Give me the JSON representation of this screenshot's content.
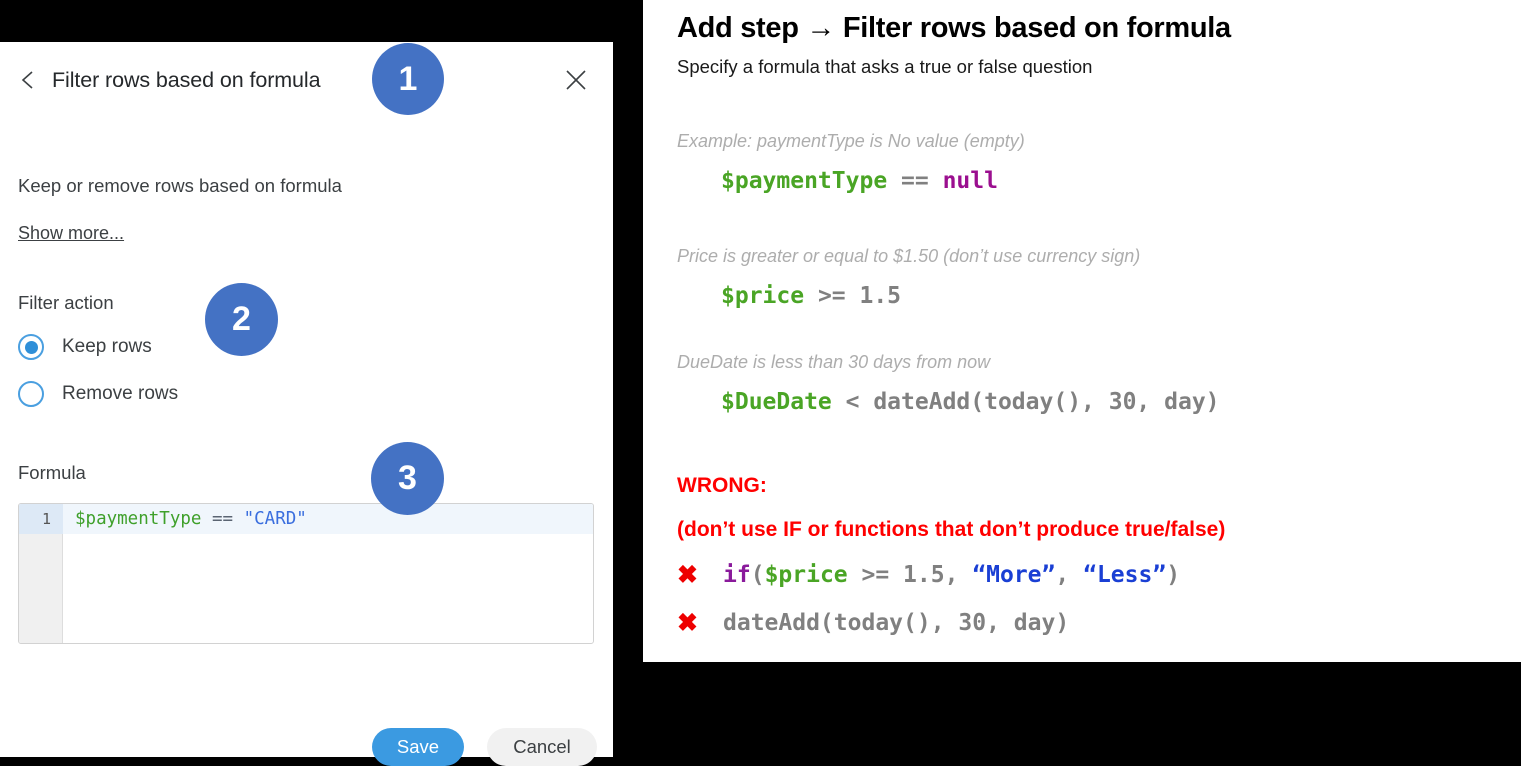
{
  "dialog": {
    "back_icon": "chevron-left-icon",
    "title": "Filter rows based on formula",
    "close_icon": "close-icon",
    "subtitle": "Keep or remove rows based on formula",
    "show_more_label": "Show more...",
    "filter_action_label": "Filter action",
    "radios": [
      {
        "label": "Keep rows",
        "checked": true
      },
      {
        "label": "Remove rows",
        "checked": false
      }
    ],
    "formula_label": "Formula",
    "editor": {
      "line_number": "1",
      "tokens": [
        {
          "text": "$paymentType",
          "type": "variable"
        },
        {
          "text": " == ",
          "type": "operator"
        },
        {
          "text": "\"CARD\"",
          "type": "string"
        }
      ],
      "full_text": "$paymentType == \"CARD\""
    },
    "save_label": "Save",
    "cancel_label": "Cancel"
  },
  "badges": {
    "one": "1",
    "two": "2",
    "three": "3"
  },
  "help": {
    "title": "Add step → Filter rows based on formula",
    "subtitle": "Specify a formula that asks a true or false question",
    "examples": [
      {
        "caption": "Example: paymentType is No value (empty)",
        "code_plain": "$paymentType == null",
        "tokens": [
          {
            "text": "$paymentType",
            "type": "variable"
          },
          {
            "text": " == ",
            "type": "operator"
          },
          {
            "text": "null",
            "type": "null"
          }
        ]
      },
      {
        "caption": "Price is greater or equal to $1.50 (don’t use currency sign)",
        "code_plain": "$price >= 1.5",
        "tokens": [
          {
            "text": "$price",
            "type": "variable"
          },
          {
            "text": " >= ",
            "type": "operator"
          },
          {
            "text": "1.5",
            "type": "number"
          }
        ]
      },
      {
        "caption": "DueDate is less than 30 days from now",
        "code_plain": "$DueDate < dateAdd(today(), 30, day)",
        "tokens": [
          {
            "text": "$DueDate",
            "type": "variable"
          },
          {
            "text": " < ",
            "type": "operator"
          },
          {
            "text": "dateAdd(today(), 30, day)",
            "type": "function"
          }
        ]
      }
    ],
    "wrong_label": "WRONG:",
    "wrong_note": "(don’t use IF or functions that don’t produce true/false)",
    "wrong_items": [
      {
        "icon": "red-x-icon",
        "mark": "✖",
        "code_plain": "if($price >= 1.5, “More”, “Less”)",
        "tokens": [
          {
            "text": "if",
            "type": "keyword"
          },
          {
            "text": "(",
            "type": "operator"
          },
          {
            "text": "$price",
            "type": "variable"
          },
          {
            "text": " >= ",
            "type": "operator"
          },
          {
            "text": "1.5",
            "type": "number"
          },
          {
            "text": ", ",
            "type": "operator"
          },
          {
            "text": "“More”",
            "type": "string"
          },
          {
            "text": ", ",
            "type": "operator"
          },
          {
            "text": "“Less”",
            "type": "string"
          },
          {
            "text": ")",
            "type": "operator"
          }
        ]
      },
      {
        "icon": "red-x-icon",
        "mark": "✖",
        "code_plain": "dateAdd(today(), 30, day)",
        "tokens": [
          {
            "text": "dateAdd(today(), 30, day)",
            "type": "function"
          }
        ]
      }
    ]
  },
  "colors": {
    "badge_blue": "#4472c4",
    "save_blue": "#3b9ae1",
    "radio_blue": "#4a9fe0",
    "wrong_red": "#ff0000",
    "code_variable_green": "#4aa525",
    "code_null_purple": "#9b0f8f",
    "code_string_blue": "#1a3fd4",
    "code_operator_gray": "#808080"
  }
}
